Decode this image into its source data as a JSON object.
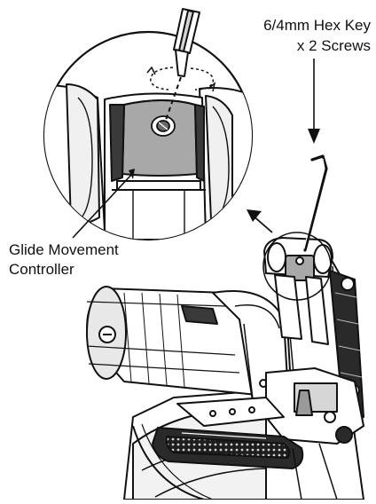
{
  "callouts": {
    "hex_key": {
      "line1": "6/4mm Hex Key",
      "line2": "x 2 Screws"
    },
    "glide": {
      "line1": "Glide Movement",
      "line2": "Controller"
    }
  },
  "colors": {
    "ink": "#111111",
    "paper": "#ffffff",
    "controller_fill": "#a8a8a8",
    "shade": "#3a3a3a",
    "mid_gray": "#9a9a9a",
    "light_gray": "#d6d6d6"
  },
  "icons": [
    "hex-key-icon",
    "screwdriver-icon",
    "rotation-arrow-icon",
    "pointer-arrow-icon",
    "screw-icon"
  ]
}
